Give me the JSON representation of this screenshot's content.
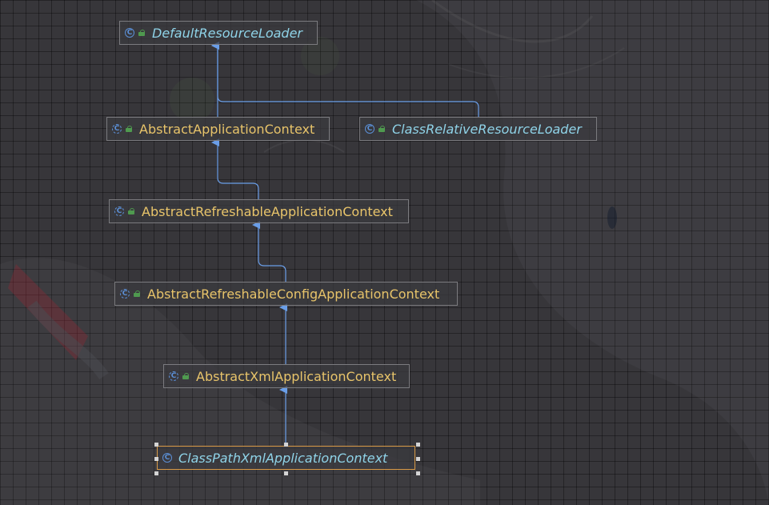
{
  "colors": {
    "arrow": "#6a9ee8",
    "abstract_label": "#e8c46a",
    "class_label": "#8fd3e8",
    "selected_border": "#d99a46"
  },
  "nodes": {
    "default_resource_loader": {
      "label": "DefaultResourceLoader",
      "icon": "class-icon"
    },
    "abstract_application_context": {
      "label": "AbstractApplicationContext",
      "icon": "abstract-class-icon"
    },
    "class_relative_resource_loader": {
      "label": "ClassRelativeResourceLoader",
      "icon": "class-icon"
    },
    "abstract_refreshable_application_context": {
      "label": "AbstractRefreshableApplicationContext",
      "icon": "abstract-class-icon"
    },
    "abstract_refreshable_config_application_context": {
      "label": "AbstractRefreshableConfigApplicationContext",
      "icon": "abstract-class-icon"
    },
    "abstract_xml_application_context": {
      "label": "AbstractXmlApplicationContext",
      "icon": "abstract-class-icon"
    },
    "class_path_xml_application_context": {
      "label": "ClassPathXmlApplicationContext",
      "icon": "class-icon",
      "selected": true
    }
  },
  "edges": [
    {
      "from": "AbstractApplicationContext",
      "to": "DefaultResourceLoader"
    },
    {
      "from": "ClassRelativeResourceLoader",
      "to": "DefaultResourceLoader"
    },
    {
      "from": "AbstractRefreshableApplicationContext",
      "to": "AbstractApplicationContext"
    },
    {
      "from": "AbstractRefreshableConfigApplicationContext",
      "to": "AbstractRefreshableApplicationContext"
    },
    {
      "from": "AbstractXmlApplicationContext",
      "to": "AbstractRefreshableConfigApplicationContext"
    },
    {
      "from": "ClassPathXmlApplicationContext",
      "to": "AbstractXmlApplicationContext"
    }
  ]
}
